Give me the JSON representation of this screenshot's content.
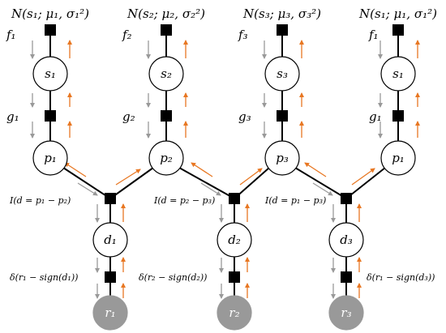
{
  "columns": [
    {
      "prior_label": "N(s₁; μ₁, σ₁²)",
      "f_label": "f₁",
      "s_label": "s₁",
      "g_label": "g₁",
      "p_label": "p₁"
    },
    {
      "prior_label": "N(s₂; μ₂, σ₂²)",
      "f_label": "f₂",
      "s_label": "s₂",
      "g_label": "g₂",
      "p_label": "p₂"
    },
    {
      "prior_label": "N(s₃; μ₃, σ₃²)",
      "f_label": "f₃",
      "s_label": "s₃",
      "g_label": "g₃",
      "p_label": "p₃"
    },
    {
      "prior_label": "N(s₁; μ₁, σ₁²)",
      "f_label": "f₁",
      "s_label": "s₁",
      "g_label": "g₁",
      "p_label": "p₁"
    }
  ],
  "pairs": [
    {
      "indicator_label": "I(d = p₁ − p₂)",
      "d_label": "d₁",
      "delta_label": "δ(r₁ − sign(d₁))",
      "r_label": "r₁"
    },
    {
      "indicator_label": "I(d = p₂ − p₃)",
      "d_label": "d₂",
      "delta_label": "δ(r₂ − sign(d₂))",
      "r_label": "r₂"
    },
    {
      "indicator_label": "I(d = p₁ − p₃)",
      "d_label": "d₃",
      "delta_label": "δ(r₁ − sign(d₃))",
      "r_label": "r₃"
    }
  ],
  "colors": {
    "forward_arrow": "#999999",
    "backward_arrow": "#E87722",
    "factor": "#000000",
    "observed_node": "#999999",
    "line": "#000000"
  }
}
